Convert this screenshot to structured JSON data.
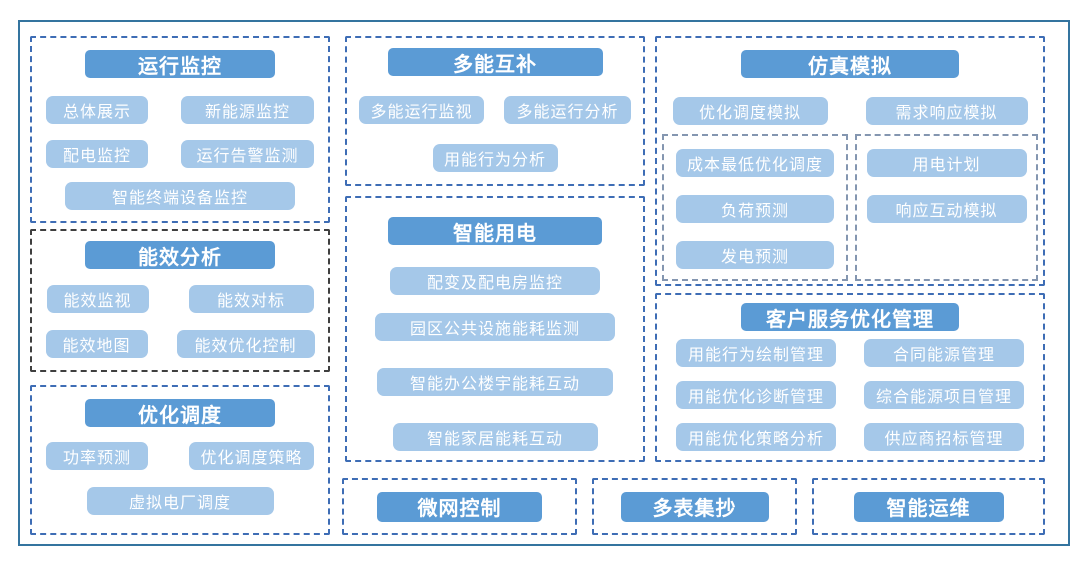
{
  "colors": {
    "header_bg": "#5b9bd5",
    "item_bg": "#a5c8e9",
    "outer_border": "#34749f",
    "group_dash_blue": "#3e6db5",
    "group_dash_black": "#3f3f3f",
    "subgroup_dash_gray": "#8496b0",
    "text": "#ffffff"
  },
  "groups": [
    {
      "title": "运行监控",
      "items": [
        "总体展示",
        "新能源监控",
        "配电监控",
        "运行告警监测",
        "智能终端设备监控"
      ]
    },
    {
      "title": "能效分析",
      "items": [
        "能效监视",
        "能效对标",
        "能效地图",
        "能效优化控制"
      ]
    },
    {
      "title": "优化调度",
      "items": [
        "功率预测",
        "优化调度策略",
        "虚拟电厂调度"
      ]
    },
    {
      "title": "多能互补",
      "items": [
        "多能运行监视",
        "多能运行分析",
        "用能行为分析"
      ]
    },
    {
      "title": "智能用电",
      "items": [
        "配变及配电房监控",
        "园区公共设施能耗监测",
        "智能办公楼宇能耗互动",
        "智能家居能耗互动"
      ]
    },
    {
      "title": "仿真模拟",
      "items": [
        "优化调度模拟",
        "需求响应模拟"
      ],
      "subgroups": [
        {
          "items": [
            "成本最低优化调度",
            "负荷预测",
            "发电预测"
          ]
        },
        {
          "items": [
            "用电计划",
            "响应互动模拟"
          ]
        }
      ]
    },
    {
      "title": "客户服务优化管理",
      "items": [
        "用能行为绘制管理",
        "合同能源管理",
        "用能优化诊断管理",
        "综合能源项目管理",
        "用能优化策略分析",
        "供应商招标管理"
      ]
    },
    {
      "title": "微网控制",
      "items": []
    },
    {
      "title": "多表集抄",
      "items": []
    },
    {
      "title": "智能运维",
      "items": []
    }
  ]
}
